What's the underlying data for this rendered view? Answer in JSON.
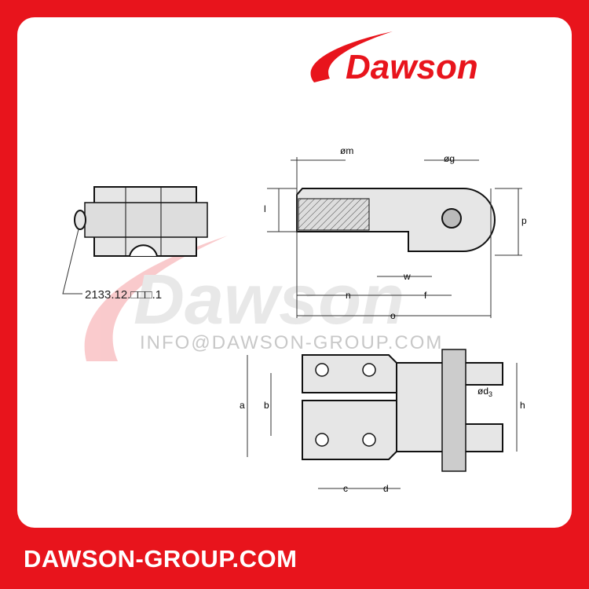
{
  "brand": {
    "logo_text": "Dawson",
    "watermark_text": "Dawson",
    "watermark_email": "INFO@DAWSON-GROUP.COM",
    "color": "#e8141c"
  },
  "footer": {
    "website": "DAWSON-GROUP.COM"
  },
  "drawing": {
    "part_number": "2133.12.□□□.1",
    "dimensions": {
      "m": "øm",
      "g": "øg",
      "l": "l",
      "p": "p",
      "w": "w",
      "n": "n",
      "f": "f",
      "o": "o",
      "a": "a",
      "b": "b",
      "h": "h",
      "d3": "ød",
      "d3_sub": "3",
      "c": "c",
      "d": "d"
    }
  }
}
